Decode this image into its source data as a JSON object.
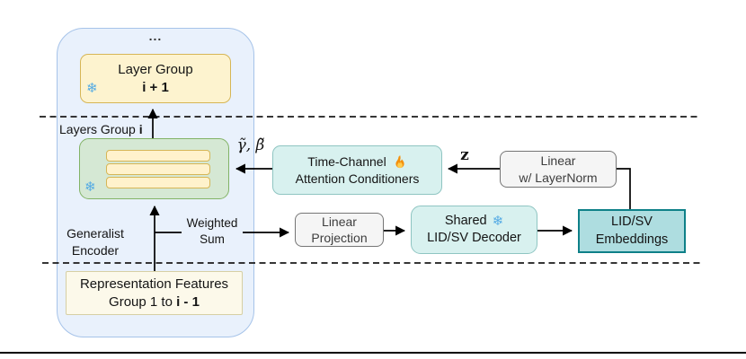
{
  "diagram": {
    "encoder_container": {
      "ellipsis": "..."
    },
    "layer_group_next": {
      "line1": "Layer Group",
      "line2": "i + 1"
    },
    "layers_group_label": {
      "prefix": "Layers Group ",
      "bold": "i"
    },
    "gamma_beta_label": "γ̃, β̃",
    "time_channel": {
      "line1": "Time-Channel",
      "line2": "Attention Conditioners"
    },
    "z_label": "z",
    "linear_layernorm": {
      "line1": "Linear",
      "line2": "w/ LayerNorm"
    },
    "linear_projection": {
      "line1": "Linear",
      "line2": "Projection"
    },
    "shared_decoder": {
      "line1": "Shared",
      "line2": "LID/SV Decoder"
    },
    "lidsv_embeddings": {
      "line1": "LID/SV",
      "line2": "Embeddings"
    },
    "weighted_sum": {
      "line1": "Weighted",
      "line2": "Sum"
    },
    "generalist_encoder": {
      "line1": "Generalist",
      "line2": "Encoder"
    },
    "representation_features": {
      "line1": "Representation Features",
      "line2_prefix": "Group 1 to ",
      "line2_bold": "i - 1"
    },
    "icons": {
      "snowflake_glyph": "❄",
      "snowflake_name": "snowflake-icon",
      "flame_name": "flame-icon"
    }
  },
  "colors": {
    "container_fill": "#e9f1fc",
    "container_border": "#a6c3e9",
    "yellow_fill": "#fdf3cf",
    "yellow_border": "#d6b656",
    "green_fill": "#d5e8d4",
    "green_border": "#82b366",
    "cyan_fill": "#d8f1ef",
    "cyan_border": "#8fc5c2",
    "teal_fill": "#aedde0",
    "teal_border": "#0e8088",
    "gray_fill": "#f5f5f5",
    "gray_border": "#757575",
    "cream_fill": "#fcf9ea",
    "cream_border": "#d6cfa4",
    "snowflake_blue": "#55abe4",
    "flame_orange": "#f4900c",
    "flame_yellow": "#ffcc4d",
    "line_black": "#000000"
  }
}
